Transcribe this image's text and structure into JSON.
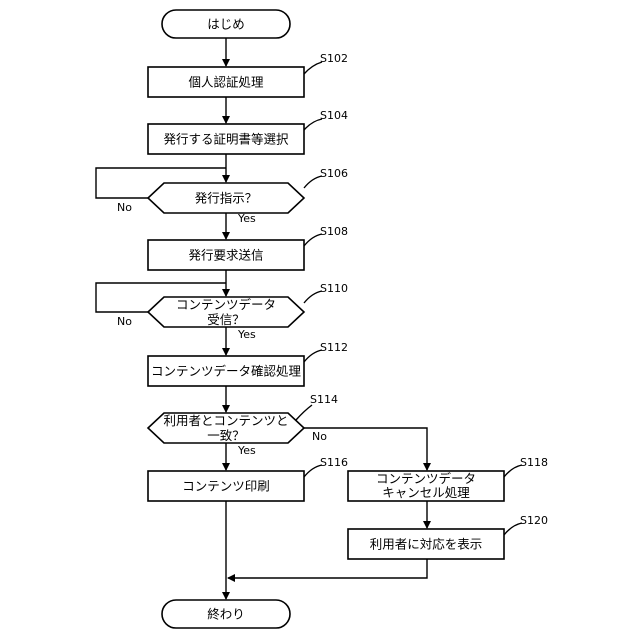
{
  "nodes": {
    "start": {
      "text": "はじめ"
    },
    "s102": {
      "text": "個人認証処理",
      "step": "S102"
    },
    "s104": {
      "text": "発行する証明書等選択",
      "step": "S104"
    },
    "s106": {
      "text": "発行指示？",
      "step": "S106",
      "yes": "Yes",
      "no": "No"
    },
    "s108": {
      "text": "発行要求送信",
      "step": "S108"
    },
    "s110": {
      "line1": "コンテンツデータ",
      "line2": "受信？",
      "step": "S110",
      "yes": "Yes",
      "no": "No"
    },
    "s112": {
      "text": "コンテンツデータ確認処理",
      "step": "S112"
    },
    "s114": {
      "line1": "利用者とコンテンツと",
      "line2": "一致？",
      "step": "S114",
      "yes": "Yes",
      "no": "No"
    },
    "s116": {
      "text": "コンテンツ印刷",
      "step": "S116"
    },
    "s118": {
      "line1": "コンテンツデータ",
      "line2": "キャンセル処理",
      "step": "S118"
    },
    "s120": {
      "text": "利用者に対応を表示",
      "step": "S120"
    },
    "end": {
      "text": "終わり"
    }
  }
}
